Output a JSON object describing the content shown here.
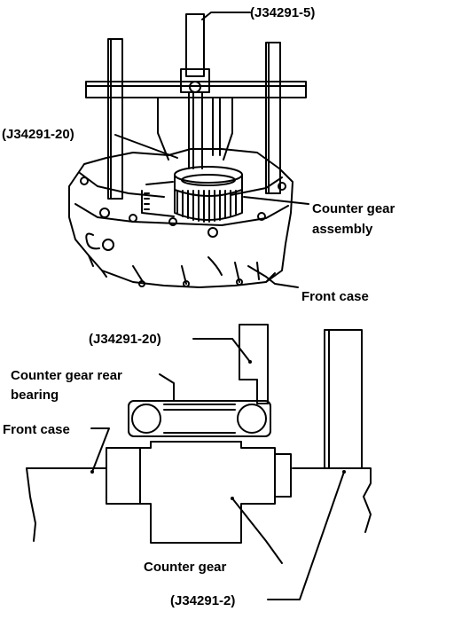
{
  "labels": {
    "tool_5": "(J34291-5)",
    "tool_20_top": "(J34291-20)",
    "counter_gear_assembly_1": "Counter gear",
    "counter_gear_assembly_2": "assembly",
    "front_case_top": "Front case",
    "tool_20_bottom": "(J34291-20)",
    "rear_bearing_1": "Counter gear rear",
    "rear_bearing_2": "bearing",
    "front_case_bottom": "Front case",
    "counter_gear": "Counter gear",
    "tool_2": "(J34291-2)"
  },
  "colors": {
    "ink": "#000000",
    "paper": "#ffffff"
  }
}
